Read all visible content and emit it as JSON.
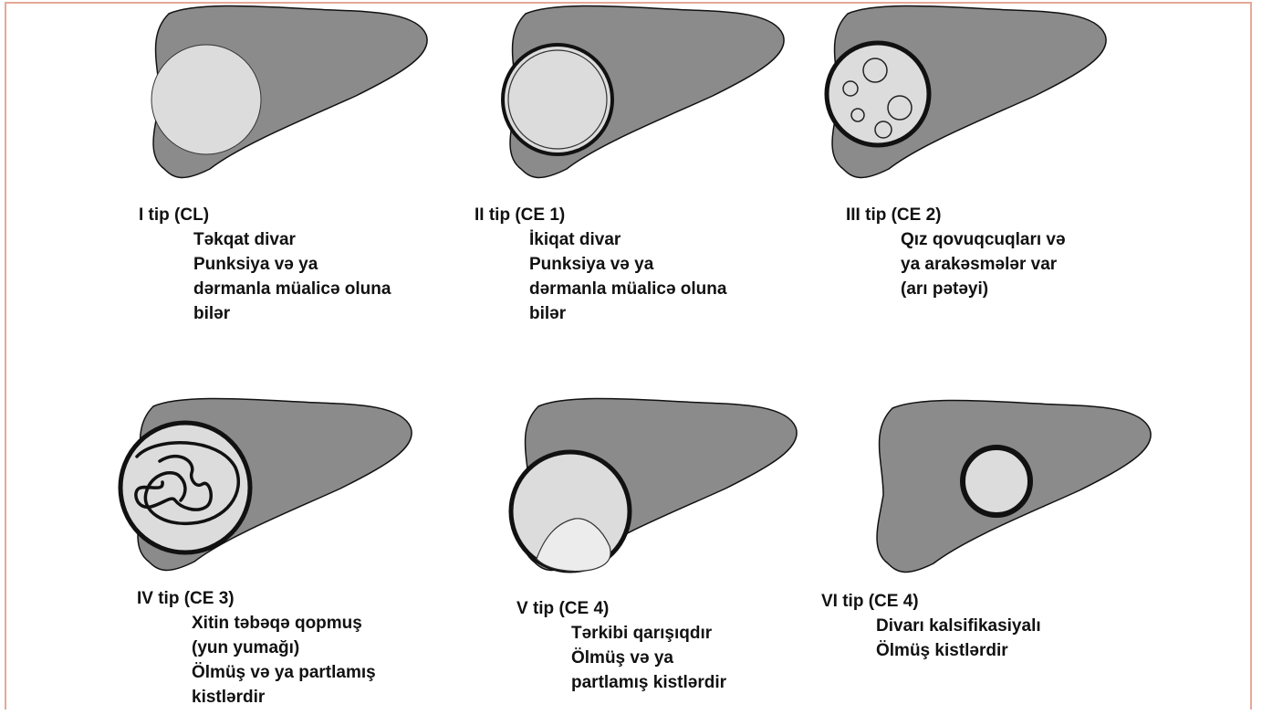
{
  "colors": {
    "liver": "#8b8b8b",
    "cyst": "#dcdcdc",
    "outline": "#111111",
    "frame": "#e6a898"
  },
  "types": [
    {
      "title": "I tip (CL)",
      "lines": [
        "Təkqat divar",
        "Punksiya və ya",
        "dərmanla müalicə oluna",
        "bilər"
      ]
    },
    {
      "title": "II tip (CE 1)",
      "lines": [
        "İkiqat divar",
        "Punksiya və ya",
        "dərmanla müalicə oluna",
        "bilər"
      ]
    },
    {
      "title": "III tip (CE 2)",
      "lines": [
        "Qız qovuqcuqları və",
        "ya arakəsmələr var",
        "(arı pətəyi)"
      ]
    },
    {
      "title": "IV tip (CE 3)",
      "lines": [
        "Xitin təbəqə qopmuş",
        "(yun yumağı)",
        "Ölmüş və ya partlamış",
        "kistlərdir"
      ]
    },
    {
      "title": "V tip (CE 4)",
      "lines": [
        "Tərkibi qarışıqdır",
        "Ölmüş və ya",
        "partlamış kistlərdir"
      ]
    },
    {
      "title": "VI tip (CE 4)",
      "lines": [
        "Divarı kalsifikasiyalı",
        "Ölmüş kistlərdir"
      ]
    }
  ]
}
